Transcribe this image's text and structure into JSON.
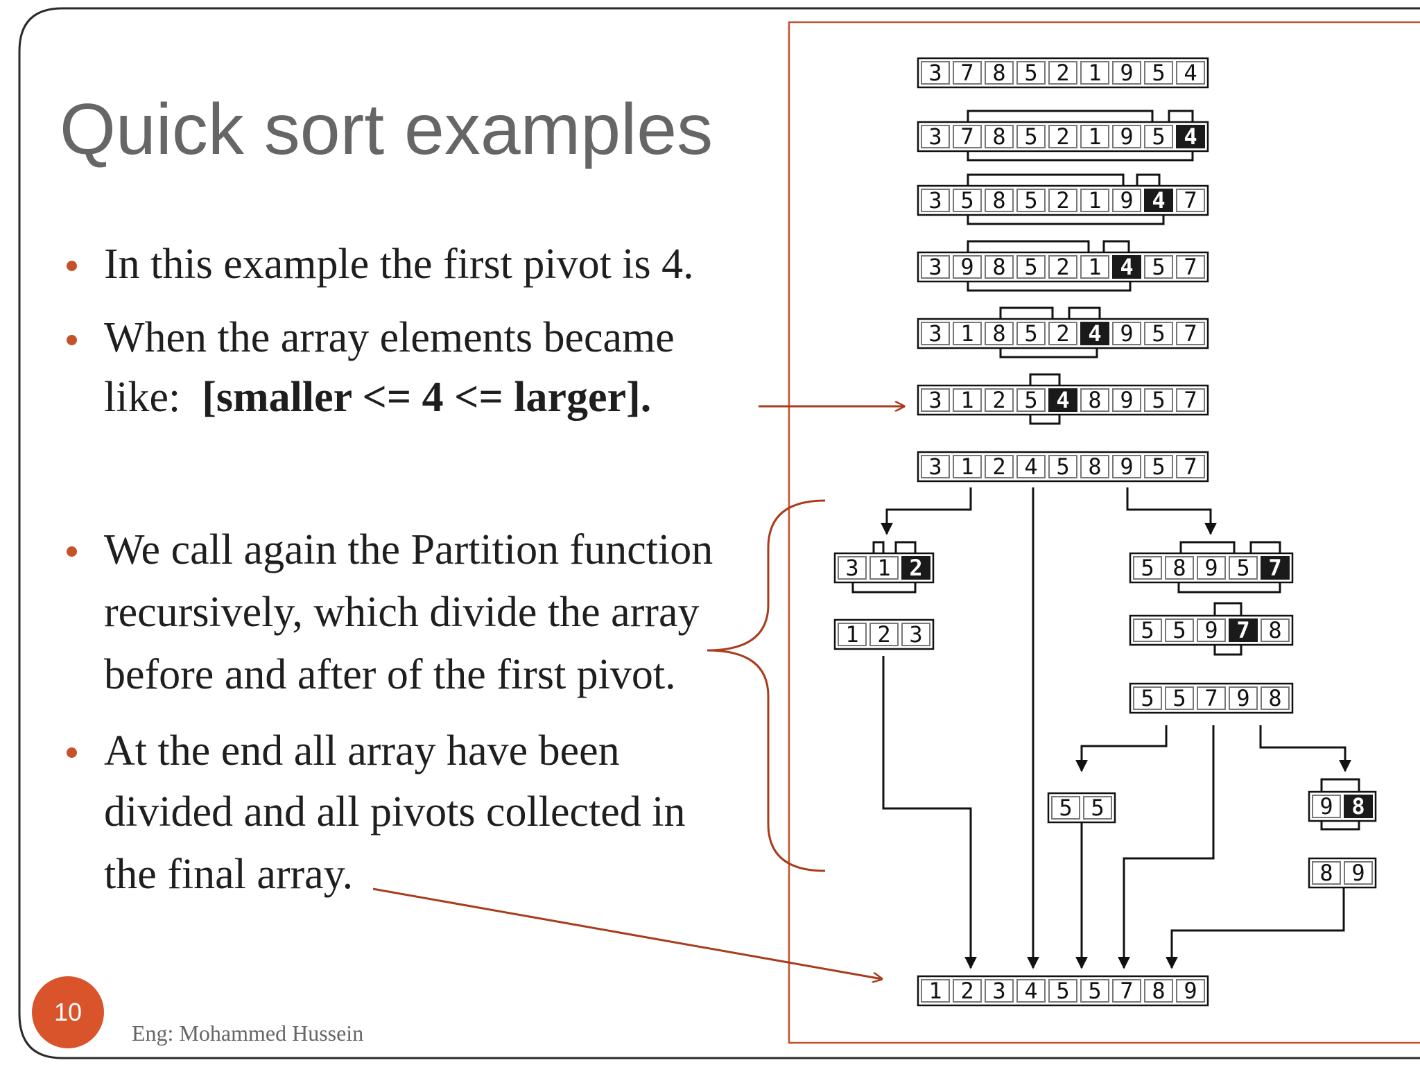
{
  "slide": {
    "title": "Quick sort examples",
    "bullets": [
      {
        "lines": [
          "In this example the first pivot is 4."
        ]
      },
      {
        "lines": [
          "When the array elements became",
          "like:"
        ],
        "bold": "[smaller <= 4 <= larger]."
      },
      {
        "lines": [
          "We call again the Partition function",
          "recursively, which divide the array",
          "before and after of the first pivot."
        ]
      },
      {
        "lines": [
          "At the end all array have been",
          "divided and all pivots collected in",
          "the final array."
        ]
      }
    ],
    "page_number": "10",
    "footer": "Eng: Mohammed Hussein",
    "colors": {
      "accent": "#d9532b",
      "arrow": "#a83c1c",
      "title": "#666666",
      "text": "#1e1e1e",
      "pivot": "#1a1a1a"
    }
  },
  "diagram": {
    "rows": [
      {
        "id": "r0",
        "digits": [
          3,
          7,
          8,
          5,
          2,
          1,
          9,
          5,
          4
        ],
        "pivot": -1
      },
      {
        "id": "r1",
        "digits": [
          3,
          7,
          8,
          5,
          2,
          1,
          9,
          5,
          4
        ],
        "pivot": 8
      },
      {
        "id": "r2",
        "digits": [
          3,
          5,
          8,
          5,
          2,
          1,
          9,
          4,
          7
        ],
        "pivot": 7
      },
      {
        "id": "r3",
        "digits": [
          3,
          9,
          8,
          5,
          2,
          1,
          4,
          5,
          7
        ],
        "pivot": 6
      },
      {
        "id": "r4",
        "digits": [
          3,
          1,
          8,
          5,
          2,
          4,
          9,
          5,
          7
        ],
        "pivot": 5
      },
      {
        "id": "r5",
        "digits": [
          3,
          1,
          2,
          5,
          4,
          8,
          9,
          5,
          7
        ],
        "pivot": 4
      },
      {
        "id": "r6",
        "digits": [
          3,
          1,
          2,
          4,
          5,
          8,
          9,
          5,
          7
        ],
        "pivot": -1
      },
      {
        "id": "l1",
        "digits": [
          3,
          1,
          2
        ],
        "pivot": 2
      },
      {
        "id": "l2",
        "digits": [
          1,
          2,
          3
        ],
        "pivot": -1
      },
      {
        "id": "rt1",
        "digits": [
          5,
          8,
          9,
          5,
          7
        ],
        "pivot": 4
      },
      {
        "id": "rt2",
        "digits": [
          5,
          5,
          9,
          7,
          8
        ],
        "pivot": 3
      },
      {
        "id": "rt3",
        "digits": [
          5,
          5,
          7,
          9,
          8
        ],
        "pivot": -1
      },
      {
        "id": "s1",
        "digits": [
          5,
          5
        ],
        "pivot": -1
      },
      {
        "id": "n1",
        "digits": [
          9,
          8
        ],
        "pivot": 1
      },
      {
        "id": "n2",
        "digits": [
          8,
          9
        ],
        "pivot": -1
      },
      {
        "id": "f",
        "digits": [
          1,
          2,
          3,
          4,
          5,
          5,
          7,
          8,
          9
        ],
        "pivot": -1
      }
    ]
  }
}
